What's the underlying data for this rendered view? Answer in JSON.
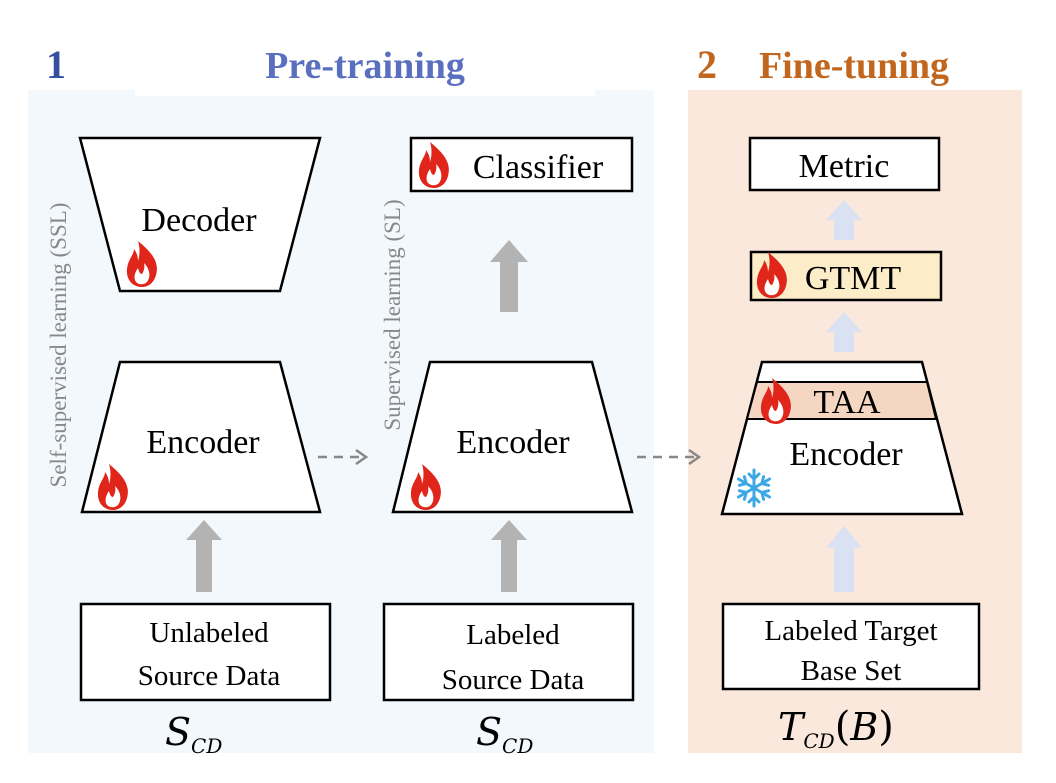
{
  "stages": {
    "pretrain": {
      "number": "1",
      "title": "Pre-training",
      "color": "#5a6fbf"
    },
    "finetune": {
      "number": "2",
      "title": "Fine-tuning",
      "color": "#c2661e"
    }
  },
  "colors": {
    "pretrain_bg": "#f3f8fd",
    "finetune_bg": "#fbe8dc",
    "gtmt_fill": "#fdecc8",
    "taa_fill": "#f5d6c3",
    "gray_arrow": "#b3b3b3",
    "light_arrow": "#d9e1f2",
    "fire_outer": "#e0251b",
    "snowflake": "#3ea8e6"
  },
  "ssl": {
    "side_label": "Self-supervised learning (SSL)",
    "decoder_label": "Decoder",
    "encoder_label": "Encoder",
    "input_line1": "Unlabeled",
    "input_line2": "Source Data",
    "dataset_symbol": "S",
    "dataset_sub": "CD"
  },
  "sl": {
    "side_label": "Supervised learning (SL)",
    "classifier_label": "Classifier",
    "encoder_label": "Encoder",
    "input_line1": "Labeled",
    "input_line2": "Source Data",
    "dataset_symbol": "S",
    "dataset_sub": "CD"
  },
  "ft": {
    "metric_label": "Metric",
    "gtmt_label": "GTMT",
    "taa_label": "TAA",
    "encoder_label": "Encoder",
    "input_line1": "Labeled Target",
    "input_line2": "Base Set",
    "dataset_symbol": "T",
    "dataset_sub": "CD",
    "dataset_arg": "B"
  },
  "icons": {
    "trainable": "fire-icon",
    "frozen": "snowflake-icon"
  }
}
